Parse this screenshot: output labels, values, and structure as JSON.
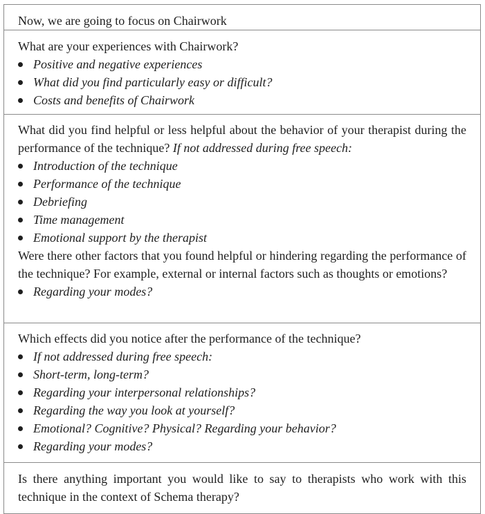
{
  "rows": [
    {
      "text": "Now, we are going to focus on Chairwork"
    },
    {
      "question": "What are your experiences with Chairwork?",
      "bullets": [
        "Positive and negative experiences",
        "What did you find particularly easy or difficult?",
        "Costs and benefits of Chairwork"
      ]
    },
    {
      "question": "What did you find helpful or less helpful about the behavior of your therapist during the performance of the technique?",
      "note": "If not addressed during free speech:",
      "bullets": [
        "Introduction of the technique",
        "Performance of the technique",
        "Debriefing",
        "Time management",
        "Emotional support by the therapist"
      ],
      "followup": "Were there other factors that you found helpful or hindering regarding the performance of the technique? For example, external or internal factors such as thoughts or emotions?",
      "followup_bullets": [
        "Regarding your modes?"
      ]
    },
    {
      "question": "Which effects did you notice after the performance of the technique?",
      "bullets": [
        "If not addressed during free speech:",
        "Short-term, long-term?",
        "Regarding your interpersonal relationships?",
        "Regarding the way you look at yourself?",
        "Emotional? Cognitive? Physical? Regarding your behavior?",
        "Regarding your modes?"
      ]
    },
    {
      "question": "Is there anything important you would like to say to therapists who work with this technique in the context of Schema therapy?"
    }
  ]
}
